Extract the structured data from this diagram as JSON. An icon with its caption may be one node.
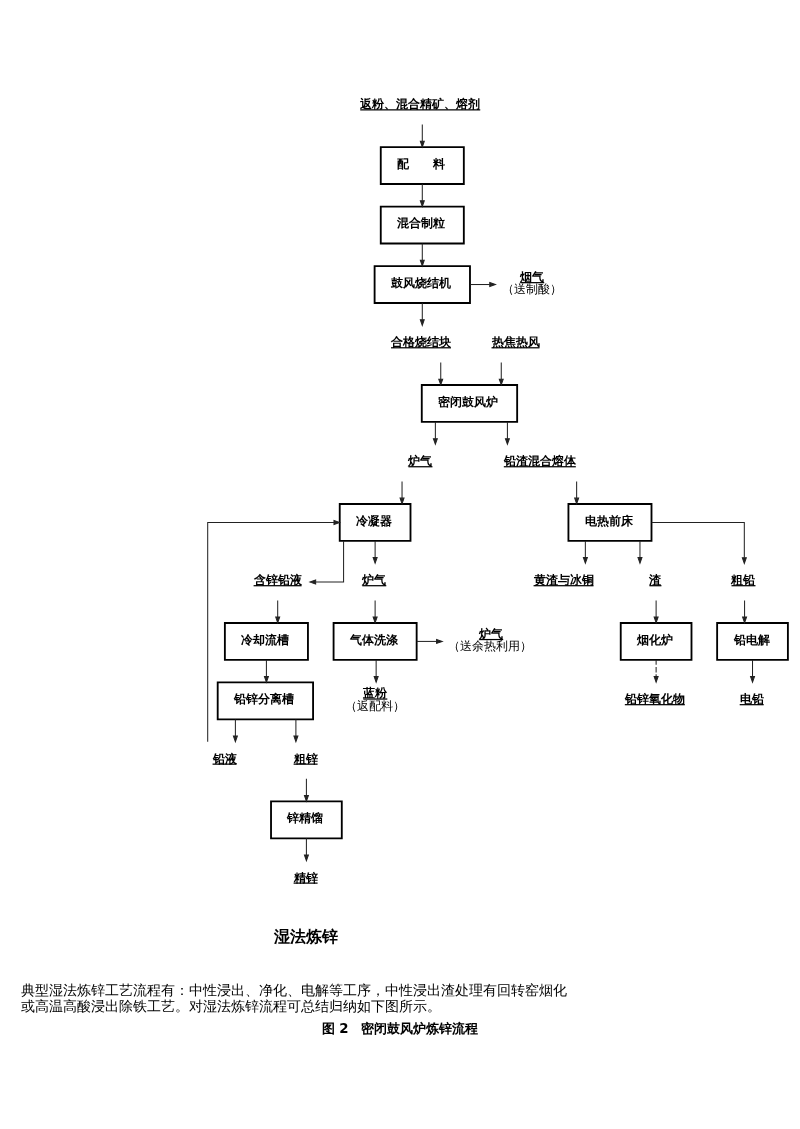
{
  "diagram": {
    "caption": "图 2　密闭鼓风炉炼锌流程",
    "nodes": [
      {
        "text": [
          "返粉、混合精矿、熔剂"
        ]
      },
      {
        "text": [
          "配　　料"
        ]
      },
      {
        "text": [
          "混合制粒"
        ]
      },
      {
        "text": [
          "鼓风烧结机"
        ]
      },
      {
        "text": [
          "烟气",
          "（送制酸）"
        ]
      },
      {
        "text": [
          "合格烧结块"
        ]
      },
      {
        "text": [
          "密闭鼓风炉"
        ]
      },
      {
        "text": [
          "热焦热风"
        ]
      },
      {
        "text": [
          "炉气"
        ]
      },
      {
        "text": [
          "铅渣混合熔体"
        ]
      },
      {
        "text": [
          "冷凝器"
        ]
      },
      {
        "text": [
          "电热前床"
        ]
      },
      {
        "text": [
          "含锌铅液"
        ]
      },
      {
        "text": [
          "炉气"
        ]
      },
      {
        "text": [
          "黄渣与冰铜"
        ]
      },
      {
        "text": [
          "渣"
        ]
      },
      {
        "text": [
          "粗铅"
        ]
      },
      {
        "text": [
          "冷却流槽"
        ]
      },
      {
        "text": [
          "气体洗涤"
        ]
      },
      {
        "text": [
          "炉气",
          "（送余热利用）"
        ]
      },
      {
        "text": [
          "烟化炉"
        ]
      },
      {
        "text": [
          "铅电解"
        ]
      },
      {
        "text": [
          "铅锌分离槽"
        ]
      },
      {
        "text": [
          "蓝粉",
          "（返配料）"
        ]
      },
      {
        "text": [
          "铅锌氧化物"
        ]
      },
      {
        "text": [
          "电铅"
        ]
      },
      {
        "text": [
          "铅液"
        ]
      },
      {
        "text": [
          "粗锌"
        ]
      },
      {
        "text": [
          "锌精馏"
        ]
      },
      {
        "text": [
          "精锌"
        ]
      }
    ],
    "edges": [
      {
        "from": 0,
        "to": 1,
        "arrow": "to"
      },
      {
        "from": 1,
        "to": 2,
        "arrow": "to"
      },
      {
        "from": 2,
        "to": 3,
        "arrow": "to"
      },
      {
        "from": 3,
        "to": 4,
        "arrow": "to"
      },
      {
        "from": 3,
        "to": 5,
        "arrow": "to"
      },
      {
        "from": 5,
        "to": 6,
        "arrow": "to"
      },
      {
        "from": 7,
        "to": 6,
        "arrow": "to"
      },
      {
        "from": 6,
        "to": 8,
        "arrow": "to"
      },
      {
        "from": 6,
        "to": 9,
        "arrow": "to"
      },
      {
        "from": 8,
        "to": 10,
        "arrow": "to"
      },
      {
        "from": 9,
        "to": 11,
        "arrow": "to"
      },
      {
        "from": 10,
        "to": 12,
        "arrow": "to"
      },
      {
        "from": 10,
        "to": 13,
        "arrow": "to"
      },
      {
        "from": 11,
        "to": 14,
        "arrow": "to"
      },
      {
        "from": 11,
        "to": 15,
        "arrow": "to"
      },
      {
        "from": 11,
        "to": 16,
        "arrow": "to"
      },
      {
        "from": 12,
        "to": 17,
        "arrow": "to"
      },
      {
        "from": 13,
        "to": 18,
        "arrow": "to"
      },
      {
        "from": 18,
        "to": 19,
        "arrow": "to"
      },
      {
        "from": 18,
        "to": 23,
        "arrow": "to"
      },
      {
        "from": 15,
        "to": 20,
        "arrow": "to"
      },
      {
        "from": 16,
        "to": 21,
        "arrow": "to"
      },
      {
        "from": 17,
        "to": 22,
        "arrow": "to"
      },
      {
        "from": 20,
        "to": 24,
        "arrow": "to",
        "style": "dashed"
      },
      {
        "from": 21,
        "to": 25,
        "arrow": "to"
      },
      {
        "from": 22,
        "to": 26,
        "arrow": "to"
      },
      {
        "from": 22,
        "to": 27,
        "arrow": "to"
      },
      {
        "from": 26,
        "to": 10,
        "arrow": "to"
      },
      {
        "from": 27,
        "to": 28,
        "arrow": "to"
      },
      {
        "from": 28,
        "to": 29,
        "arrow": "to"
      }
    ],
    "labels": [
      "湿法炼锌",
      "典型湿法炼锌工艺流程有：中性浸出、净化、电解等工序，中性浸出渣处理有回转窑烟化或高温高酸浸出除铁工艺。对湿法炼锌流程可总结归纳如下图所示。"
    ]
  }
}
